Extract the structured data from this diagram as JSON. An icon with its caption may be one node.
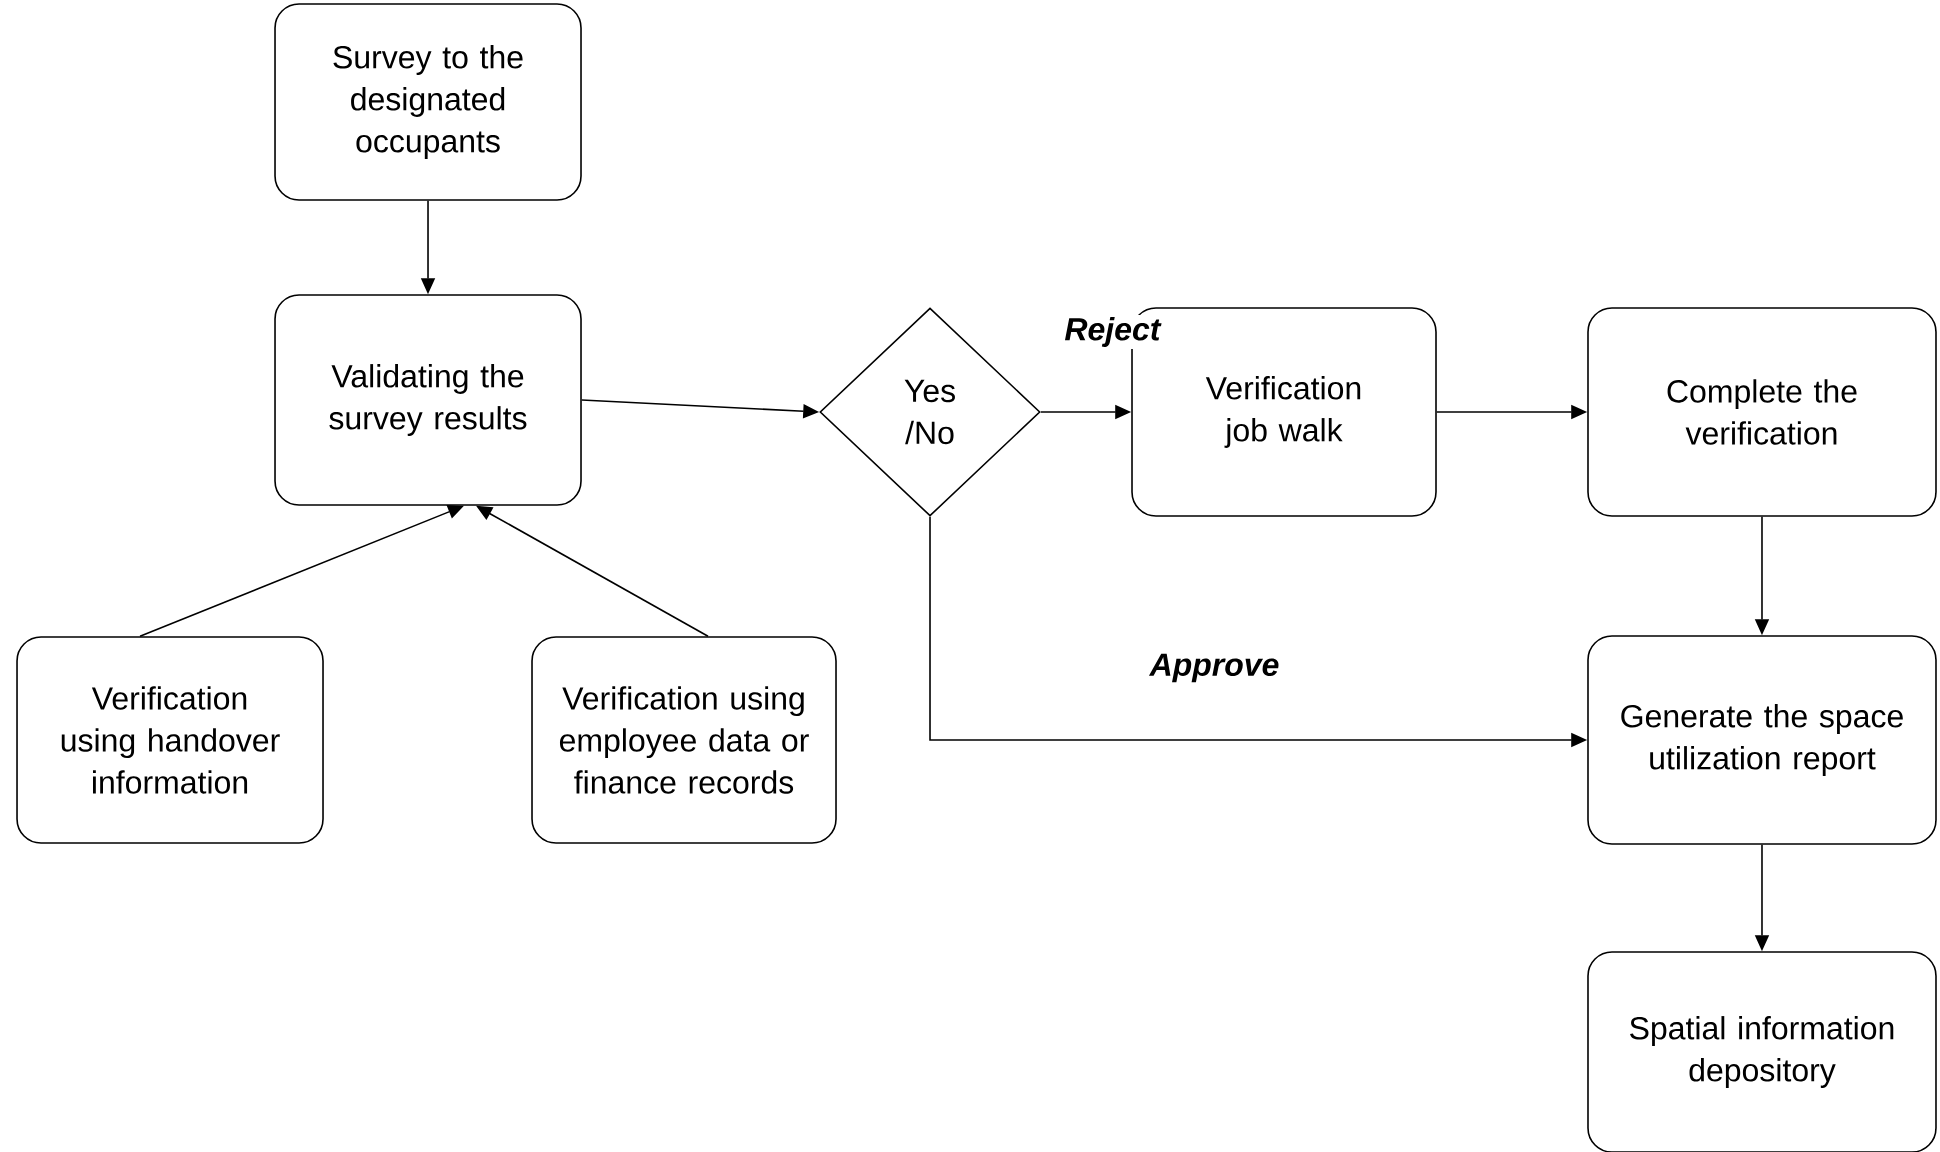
{
  "diagram": {
    "nodes": [
      {
        "text": [
          "Survey to the designated occupants"
        ]
      },
      {
        "text": [
          "Validating the survey results"
        ]
      },
      {
        "text": [
          "Verification using handover information"
        ]
      },
      {
        "text": [
          "Verification using employee data or finance records"
        ]
      },
      {
        "text": [
          "Yes /No"
        ]
      },
      {
        "text": [
          "Verification job walk"
        ]
      },
      {
        "text": [
          "Complete the verification"
        ]
      },
      {
        "text": [
          "Generate the space utilization report"
        ]
      },
      {
        "text": [
          "Spatial information depository"
        ]
      }
    ],
    "edges": [
      {
        "from": 0,
        "to": 1,
        "arrow": "to"
      },
      {
        "from": 2,
        "to": 1,
        "arrow": "to"
      },
      {
        "from": 3,
        "to": 1,
        "arrow": "to"
      },
      {
        "from": 1,
        "to": 4,
        "arrow": "to"
      },
      {
        "from": 4,
        "to": 5,
        "arrow": "to",
        "label": "Reject"
      },
      {
        "from": 5,
        "to": 6,
        "arrow": "to"
      },
      {
        "from": 6,
        "to": 7,
        "arrow": "to"
      },
      {
        "from": 4,
        "to": 7,
        "arrow": "to",
        "label": "Approve"
      },
      {
        "from": 7,
        "to": 8,
        "arrow": "to"
      }
    ]
  }
}
